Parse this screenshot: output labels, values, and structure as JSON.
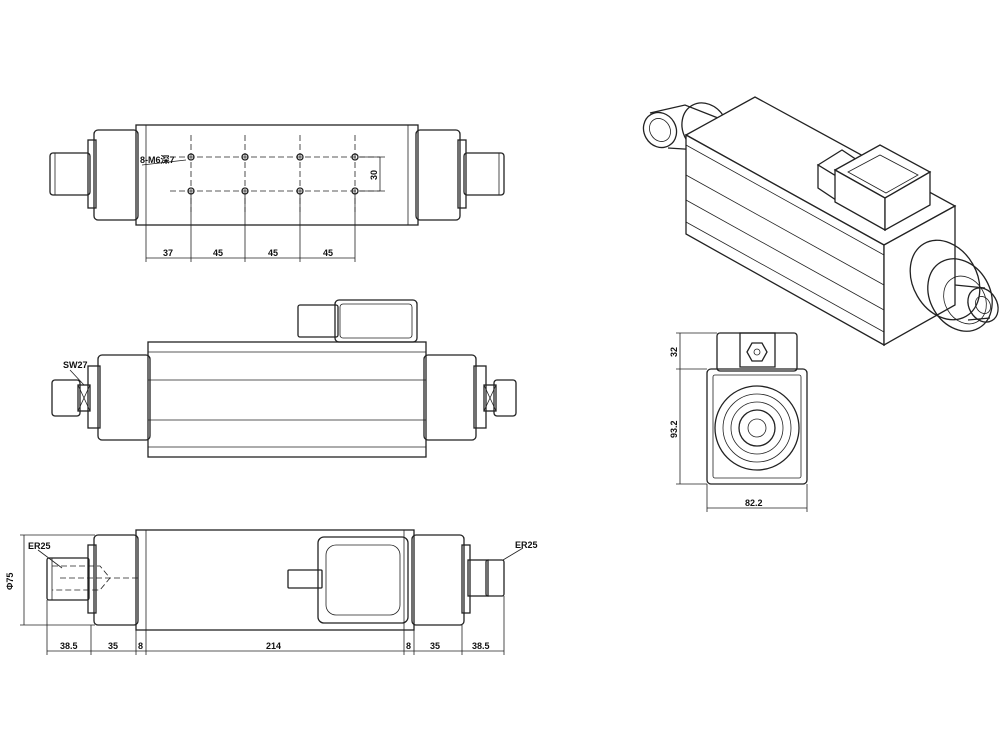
{
  "labels": {
    "thread": "8-M6深7",
    "wrench": "SW27",
    "collet_left": "ER25",
    "collet_right": "ER25",
    "diameter": "Φ75"
  },
  "dimensions": {
    "top": [
      "37",
      "45",
      "45",
      "45"
    ],
    "top_vertical": "30",
    "bottom": [
      "38.5",
      "35",
      "8",
      "214",
      "8",
      "35",
      "38.5"
    ],
    "end_top": "32",
    "end_height": "93.2",
    "end_width": "82.2"
  }
}
